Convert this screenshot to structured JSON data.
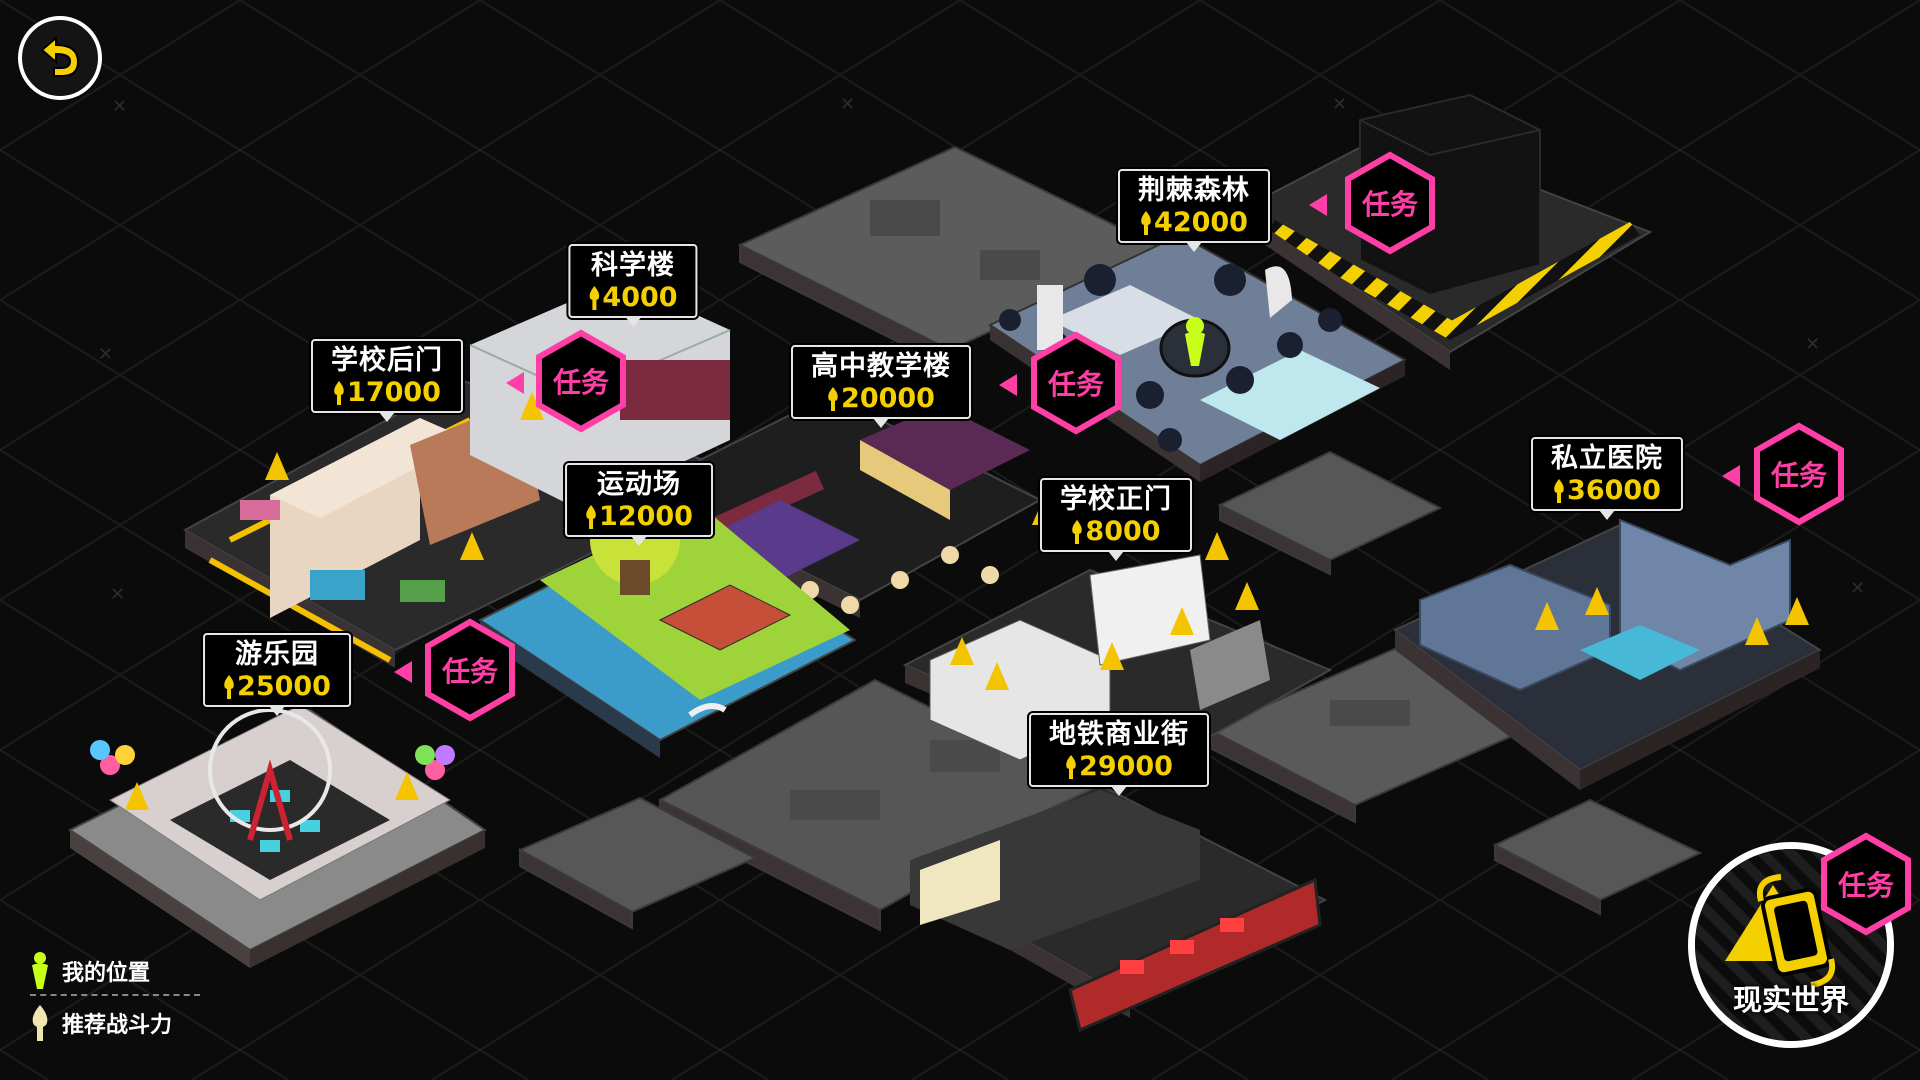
{
  "locations": [
    {
      "id": "thorn-forest",
      "name": "荆棘森林",
      "power": "42000"
    },
    {
      "id": "science-building",
      "name": "科学楼",
      "power": "4000"
    },
    {
      "id": "school-back-gate",
      "name": "学校后门",
      "power": "17000"
    },
    {
      "id": "high-school-building",
      "name": "高中教学楼",
      "power": "20000"
    },
    {
      "id": "sports-field",
      "name": "运动场",
      "power": "12000"
    },
    {
      "id": "school-main-gate",
      "name": "学校正门",
      "power": "8000"
    },
    {
      "id": "private-hospital",
      "name": "私立医院",
      "power": "36000"
    },
    {
      "id": "amusement-park",
      "name": "游乐园",
      "power": "25000"
    },
    {
      "id": "metro-street",
      "name": "地铁商业街",
      "power": "29000"
    }
  ],
  "task_label": "任务",
  "legend": {
    "my_location": "我的位置",
    "recommended_power": "推荐战斗力"
  },
  "real_world": {
    "label": "现实世界",
    "task_label": "任务"
  },
  "colors": {
    "accent_pink": "#ff3fa6",
    "power_yellow": "#f5d000",
    "marker_green": "#c8ff1a"
  },
  "icons": {
    "back": "back-arrow-icon",
    "power": "power-flame-icon",
    "location": "location-pin-icon",
    "real_world": "phone-swap-icon"
  }
}
